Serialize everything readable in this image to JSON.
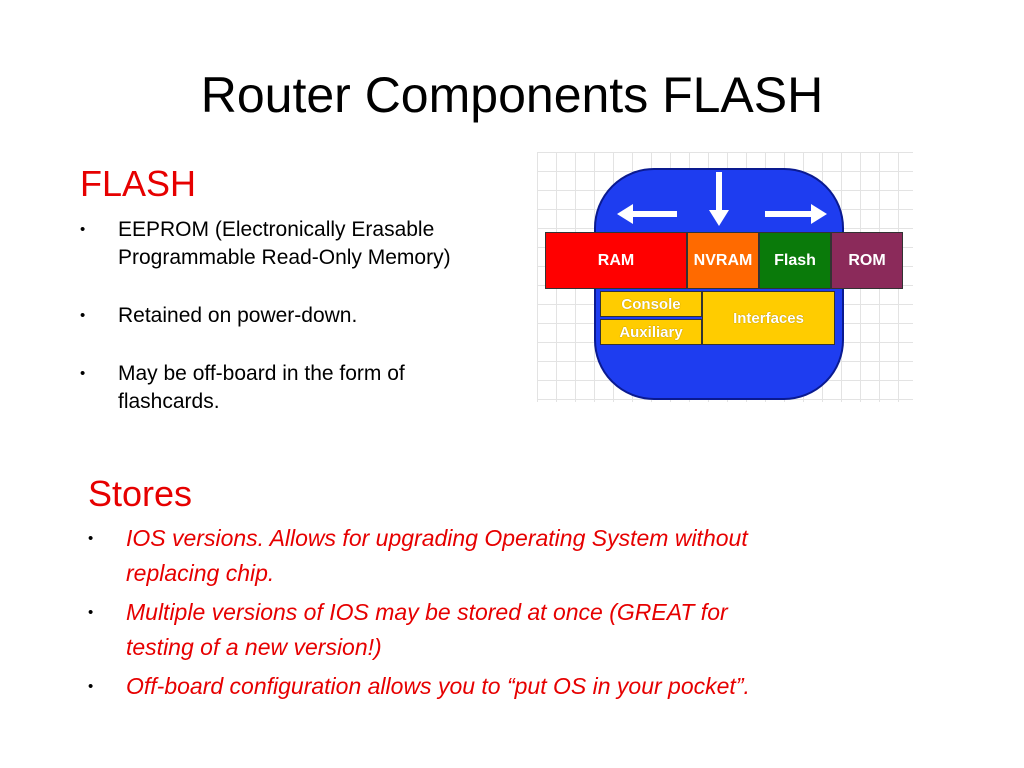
{
  "slide": {
    "title": "Router Components FLASH"
  },
  "flash_section": {
    "heading": "FLASH",
    "bullet_char": "•",
    "bullets": [
      {
        "line1": "EEPROM (Electronically Erasable",
        "line2": "Programmable Read-Only Memory)"
      },
      {
        "line1": "Retained on power-down.",
        "line2": ""
      },
      {
        "line1": "May be off-board in the form of",
        "line2": "flashcards."
      }
    ]
  },
  "stores_section": {
    "heading": "Stores",
    "bullets": [
      {
        "line1": "IOS versions.  Allows for upgrading Operating System without",
        "line2": "replacing chip."
      },
      {
        "line1": "Multiple versions of IOS may be stored at once (GREAT for",
        "line2": "testing of a new version!)"
      },
      {
        "line1": "Off-board configuration allows you to “put OS in your pocket”.",
        "line2": ""
      }
    ]
  },
  "diagram": {
    "memory_blocks": [
      {
        "label": "RAM",
        "color": "#ff0000"
      },
      {
        "label": "NVRAM",
        "color": "#ff6a00"
      },
      {
        "label": "Flash",
        "color": "#0a7a0a"
      },
      {
        "label": "ROM",
        "color": "#8b2a5a"
      }
    ],
    "io": {
      "console": "Console",
      "auxiliary": "Auxiliary",
      "interfaces": "Interfaces"
    },
    "router_color": "#1e3df0",
    "io_color": "#ffcc00"
  }
}
